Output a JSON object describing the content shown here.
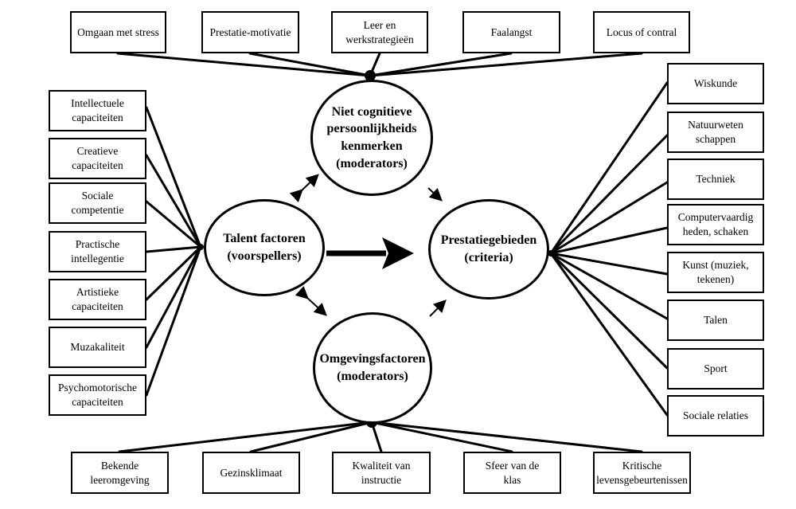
{
  "center": {
    "talent": "Talent factoren\n(voorspellers)",
    "prestatie": "Prestatiegebieden\n(criteria)",
    "niet_cognitief": "Niet cognitieve\npersoonlijkheids\nkenmerken\n(moderators)",
    "omgeving": "Omgevingsfactoren\n(moderators)"
  },
  "top_boxes": [
    "Omgaan met stress",
    "Prestatie-motivatie",
    "Leer en\nwerkstrategieën",
    "Faalangst",
    "Locus of contral"
  ],
  "left_boxes": [
    "Intellectuele\ncapaciteiten",
    "Creatieve\ncapaciteiten",
    "Sociale\ncompetentie",
    "Practische\nintellegentie",
    "Artistieke\ncapaciteiten",
    "Muzakaliteit",
    "Psychomotorische\ncapaciteiten"
  ],
  "right_boxes": [
    "Wiskunde",
    "Natuurweten\nschappen",
    "Techniek",
    "Computervaardig\nheden, schaken",
    "Kunst (muziek,\ntekenen)",
    "Talen",
    "Sport",
    "Sociale relaties"
  ],
  "bottom_boxes": [
    "Bekende\nleeromgeving",
    "Gezinsklimaat",
    "Kwaliteit van\ninstructie",
    "Sfeer van de\nklas",
    "Kritische\nlevensgebeurtenissen"
  ]
}
